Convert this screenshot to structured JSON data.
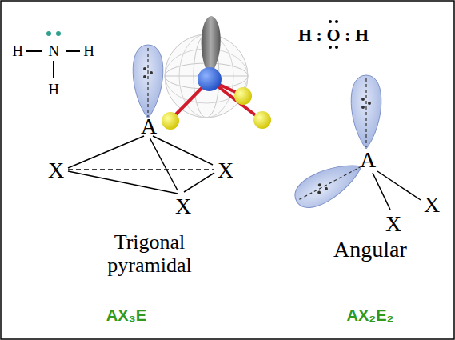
{
  "diagram": {
    "labels": [
      "H",
      "N",
      "H",
      "H",
      "A",
      "X",
      "X",
      "X",
      "Trigonal pyramidal",
      "H : O : H",
      "A",
      "X",
      "X",
      "Angular",
      "AX₃E",
      "AX₂E₂"
    ]
  }
}
